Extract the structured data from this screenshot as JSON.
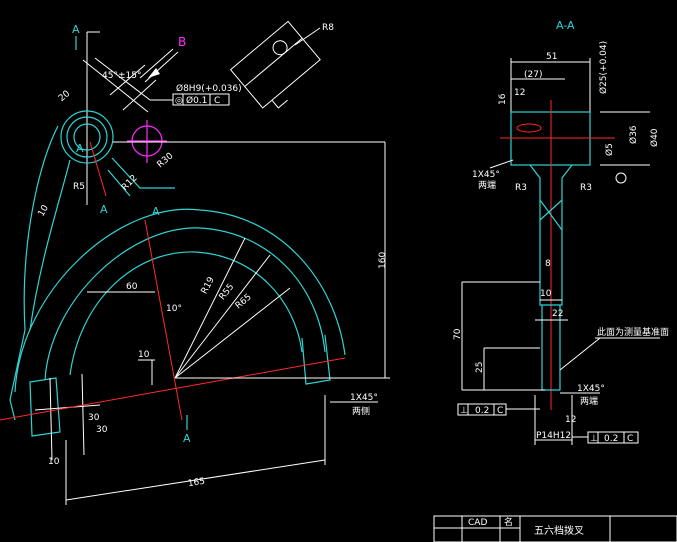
{
  "labels": {
    "section_a_top": "A",
    "section_b": "B",
    "section_aa": "A-A",
    "angle_top": "45°±15°",
    "hole_tol": "Ø8H9(+0.036)",
    "hole_frame_sym": "◎",
    "hole_frame_val": "Ø0.1",
    "hole_frame_ref": "C",
    "r8": "R8",
    "d20": "20",
    "r5": "R5",
    "d10a": "10",
    "r12": "R12",
    "r30": "R30",
    "a_left": "A",
    "a_mid": "A",
    "a_inner": "A",
    "d60": "60",
    "angle10": "10°",
    "r19": "R19",
    "r55": "R55",
    "r65": "R65",
    "d160": "160",
    "d10b": "10",
    "d30a": "30",
    "d30b": "30",
    "d10c": "10",
    "d165": "165",
    "chamfer_left": "1X45°",
    "chamfer_left_note": "两侧",
    "a_bottom": "A",
    "s_d51": "51",
    "s_d27": "(27)",
    "s_d12": "12",
    "s_d16": "16",
    "s_tol_top": "Ø25(+0.04)",
    "s_d36": "Ø36",
    "s_d40": "Ø40",
    "s_phi": "Ø5",
    "s_chamfer_top": "1X45°",
    "s_chamfer_top_note": "两端",
    "s_r3a": "R3",
    "s_r3b": "R3",
    "s_d8": "8",
    "s_d10": "10",
    "s_d22": "22",
    "s_d70": "70",
    "s_d25": "25",
    "s_note": "此面为测量基准面",
    "s_chamfer_bot": "1X45°",
    "s_chamfer_bot_note": "两端",
    "s_d12b": "12",
    "s_p14": "P14H12",
    "frame_left_sym": "⊥",
    "frame_left_val": "0.2",
    "frame_left_ref": "C",
    "frame_right_sym": "⊥",
    "frame_right_val": "0.2",
    "frame_right_ref": "C",
    "title_cell_a": "CAD",
    "title_cell_b": "名",
    "title_main": "五六档拨叉"
  }
}
